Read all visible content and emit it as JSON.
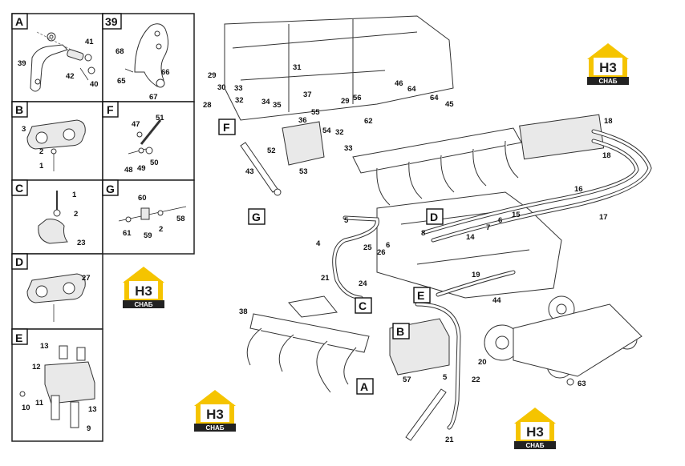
{
  "panels": [
    {
      "id": "A",
      "title": "A",
      "parts": [
        "41",
        "39",
        "42",
        "40"
      ]
    },
    {
      "id": "39",
      "title": "39",
      "parts": [
        "68",
        "66",
        "65",
        "67"
      ]
    },
    {
      "id": "B",
      "title": "B",
      "parts": [
        "3",
        "2",
        "1"
      ]
    },
    {
      "id": "F",
      "title": "F",
      "parts": [
        "51",
        "47",
        "48",
        "49",
        "50"
      ]
    },
    {
      "id": "C",
      "title": "C",
      "parts": [
        "1",
        "2",
        "23"
      ]
    },
    {
      "id": "G",
      "title": "G",
      "parts": [
        "60",
        "58",
        "61",
        "59",
        "2"
      ]
    },
    {
      "id": "D",
      "title": "D",
      "parts": [
        "27"
      ]
    },
    {
      "id": "E",
      "title": "E",
      "parts": [
        "13",
        "12",
        "10",
        "11",
        "13",
        "9"
      ]
    }
  ],
  "callouts": [
    "F",
    "G",
    "D",
    "C",
    "E",
    "B",
    "A"
  ],
  "main_labels": [
    "29",
    "30",
    "28",
    "33",
    "32",
    "31",
    "34",
    "35",
    "37",
    "36",
    "55",
    "54",
    "29",
    "56",
    "62",
    "32",
    "33",
    "52",
    "53",
    "43",
    "46",
    "64",
    "64",
    "45",
    "18",
    "18",
    "16",
    "17",
    "15",
    "14",
    "6",
    "7",
    "5",
    "4",
    "8",
    "25",
    "26",
    "6",
    "21",
    "24",
    "19",
    "44",
    "38",
    "57",
    "20",
    "5",
    "22",
    "21",
    "63"
  ],
  "logo": {
    "line1": "H3",
    "line2": "СНАБ",
    "accent": "#f5c400",
    "dark": "#222222"
  }
}
